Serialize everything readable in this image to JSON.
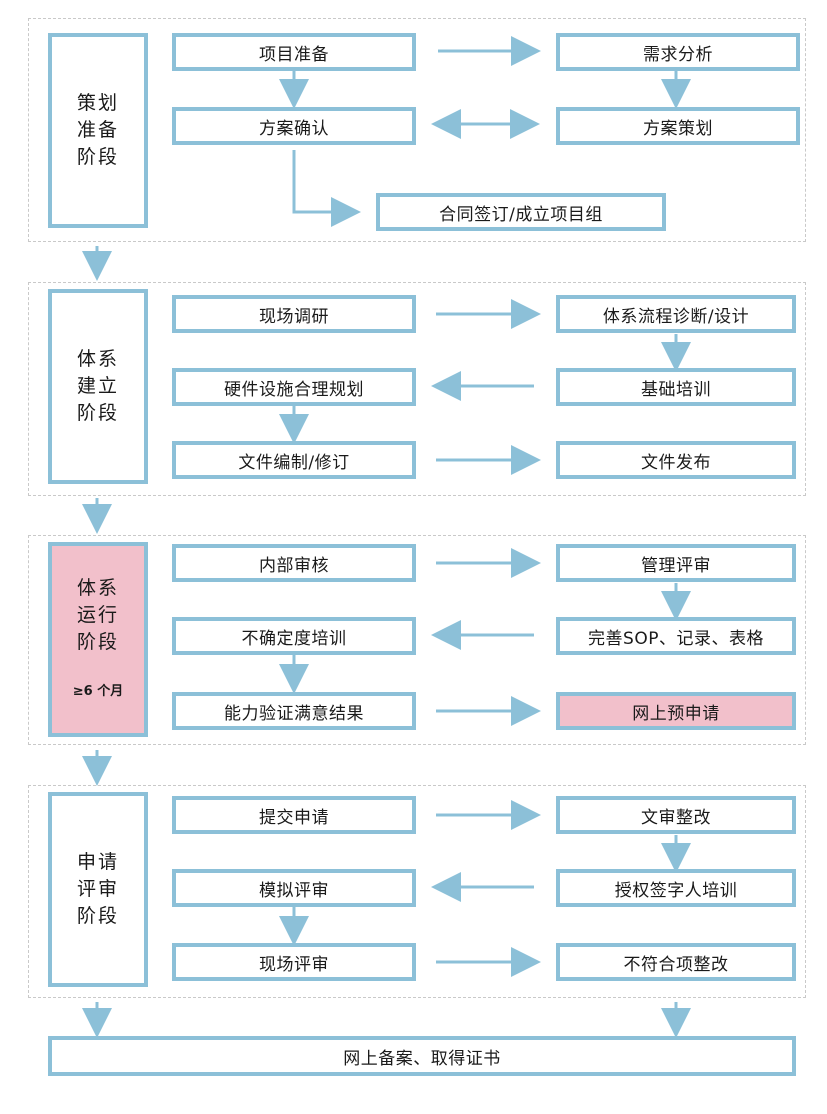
{
  "colors": {
    "box_border": "#8cc0d8",
    "arrow": "#8cc0d8",
    "highlight": "#f2c0cb",
    "dashed_frame": "#c9c9c9"
  },
  "stages": [
    {
      "label_lines": [
        "策划",
        "准备",
        "阶段"
      ],
      "steps": {
        "project_prep": "项目准备",
        "needs_analysis": "需求分析",
        "plan_confirm": "方案确认",
        "plan_design": "方案策划",
        "contract": "合同签订/成立项目组"
      }
    },
    {
      "label_lines": [
        "体系",
        "建立",
        "阶段"
      ],
      "steps": {
        "site_survey": "现场调研",
        "diagnosis": "体系流程诊断/设计",
        "hardware_plan": "硬件设施合理规划",
        "basic_training": "基础培训",
        "doc_edit": "文件编制/修订",
        "doc_release": "文件发布"
      }
    },
    {
      "label_lines": [
        "体系",
        "运行",
        "阶段"
      ],
      "note": "≥6 个月",
      "steps": {
        "internal_audit": "内部审核",
        "mgmt_review": "管理评审",
        "uncertainty_training": "不确定度培训",
        "improve_sop": "完善SOP、记录、表格",
        "proficiency": "能力验证满意结果",
        "online_pre_apply": "网上预申请"
      }
    },
    {
      "label_lines": [
        "申请",
        "评审",
        "阶段"
      ],
      "steps": {
        "submit_apply": "提交申请",
        "doc_review_fix": "文审整改",
        "mock_review": "模拟评审",
        "signatory_training": "授权签字人培训",
        "onsite_review": "现场评审",
        "nonconformity_fix": "不符合项整改"
      }
    }
  ],
  "final_step": "网上备案、取得证书"
}
